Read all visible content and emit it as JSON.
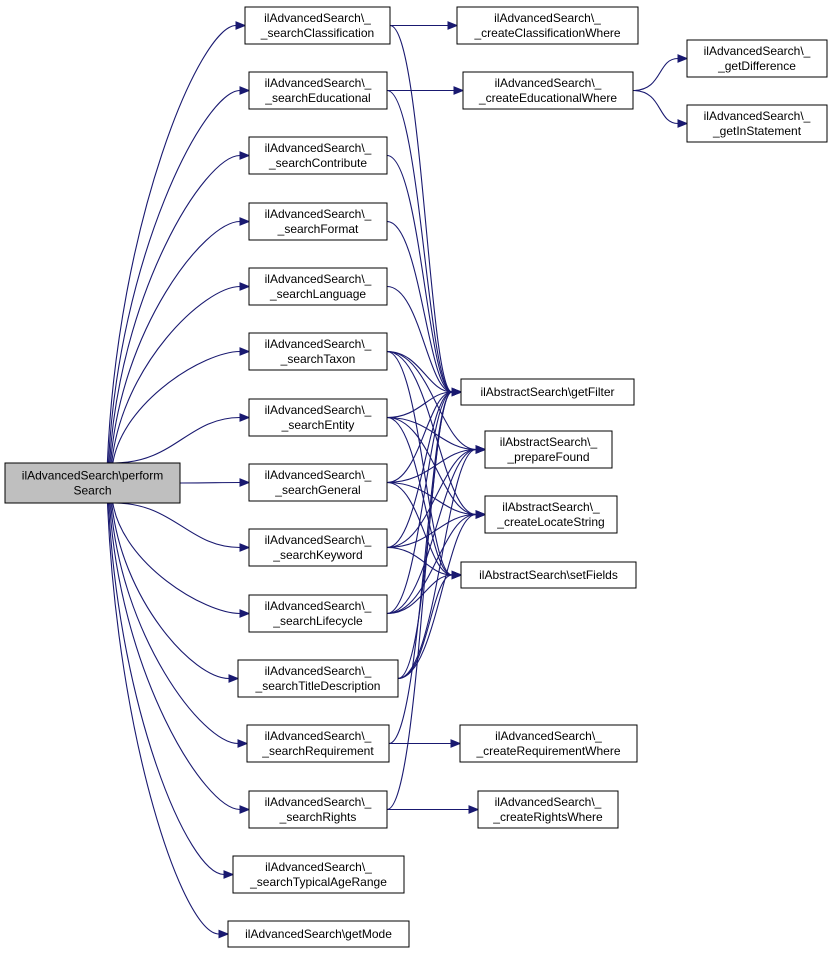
{
  "colors": {
    "edge": "#191970",
    "node_fill": "#ffffff",
    "root_fill": "#bfbfbf",
    "node_border": "#000000"
  },
  "nodes": [
    {
      "id": "root",
      "lines": [
        "ilAdvancedSearch\\perform",
        "Search"
      ],
      "highlight": true
    },
    {
      "id": "sClass",
      "lines": [
        "ilAdvancedSearch\\_",
        "_searchClassification"
      ]
    },
    {
      "id": "sEdu",
      "lines": [
        "ilAdvancedSearch\\_",
        "_searchEducational"
      ]
    },
    {
      "id": "sCon",
      "lines": [
        "ilAdvancedSearch\\_",
        "_searchContribute"
      ]
    },
    {
      "id": "sFmt",
      "lines": [
        "ilAdvancedSearch\\_",
        "_searchFormat"
      ]
    },
    {
      "id": "sLang",
      "lines": [
        "ilAdvancedSearch\\_",
        "_searchLanguage"
      ]
    },
    {
      "id": "sTax",
      "lines": [
        "ilAdvancedSearch\\_",
        "_searchTaxon"
      ]
    },
    {
      "id": "sEnt",
      "lines": [
        "ilAdvancedSearch\\_",
        "_searchEntity"
      ]
    },
    {
      "id": "sGen",
      "lines": [
        "ilAdvancedSearch\\_",
        "_searchGeneral"
      ]
    },
    {
      "id": "sKey",
      "lines": [
        "ilAdvancedSearch\\_",
        "_searchKeyword"
      ]
    },
    {
      "id": "sLife",
      "lines": [
        "ilAdvancedSearch\\_",
        "_searchLifecycle"
      ]
    },
    {
      "id": "sTD",
      "lines": [
        "ilAdvancedSearch\\_",
        "_searchTitleDescription"
      ]
    },
    {
      "id": "sReq",
      "lines": [
        "ilAdvancedSearch\\_",
        "_searchRequirement"
      ]
    },
    {
      "id": "sRig",
      "lines": [
        "ilAdvancedSearch\\_",
        "_searchRights"
      ]
    },
    {
      "id": "sAge",
      "lines": [
        "ilAdvancedSearch\\_",
        "_searchTypicalAgeRange"
      ]
    },
    {
      "id": "gMode",
      "lines": [
        "ilAdvancedSearch\\getMode"
      ]
    },
    {
      "id": "cClass",
      "lines": [
        "ilAdvancedSearch\\_",
        "_createClassificationWhere"
      ]
    },
    {
      "id": "cEdu",
      "lines": [
        "ilAdvancedSearch\\_",
        "_createEducationalWhere"
      ]
    },
    {
      "id": "gDiff",
      "lines": [
        "ilAdvancedSearch\\_",
        "_getDifference"
      ]
    },
    {
      "id": "gIn",
      "lines": [
        "ilAdvancedSearch\\_",
        "_getInStatement"
      ]
    },
    {
      "id": "gFilt",
      "lines": [
        "ilAbstractSearch\\getFilter"
      ]
    },
    {
      "id": "pFound",
      "lines": [
        "ilAbstractSearch\\_",
        "_prepareFound"
      ]
    },
    {
      "id": "cLoc",
      "lines": [
        "ilAbstractSearch\\_",
        "_createLocateString"
      ]
    },
    {
      "id": "sFld",
      "lines": [
        "ilAbstractSearch\\setFields"
      ]
    },
    {
      "id": "cReq",
      "lines": [
        "ilAdvancedSearch\\_",
        "_createRequirementWhere"
      ]
    },
    {
      "id": "cRig",
      "lines": [
        "ilAdvancedSearch\\_",
        "_createRightsWhere"
      ]
    }
  ],
  "edges": [
    [
      "root",
      "sClass"
    ],
    [
      "root",
      "sEdu"
    ],
    [
      "root",
      "sCon"
    ],
    [
      "root",
      "sFmt"
    ],
    [
      "root",
      "sLang"
    ],
    [
      "root",
      "sTax"
    ],
    [
      "root",
      "sEnt"
    ],
    [
      "root",
      "sGen"
    ],
    [
      "root",
      "sKey"
    ],
    [
      "root",
      "sLife"
    ],
    [
      "root",
      "sTD"
    ],
    [
      "root",
      "sReq"
    ],
    [
      "root",
      "sRig"
    ],
    [
      "root",
      "sAge"
    ],
    [
      "root",
      "gMode"
    ],
    [
      "sClass",
      "cClass"
    ],
    [
      "sClass",
      "gFilt"
    ],
    [
      "sEdu",
      "cEdu"
    ],
    [
      "sEdu",
      "gFilt"
    ],
    [
      "cEdu",
      "gDiff"
    ],
    [
      "cEdu",
      "gIn"
    ],
    [
      "sCon",
      "gFilt"
    ],
    [
      "sFmt",
      "gFilt"
    ],
    [
      "sLang",
      "gFilt"
    ],
    [
      "sTax",
      "gFilt"
    ],
    [
      "sTax",
      "pFound"
    ],
    [
      "sTax",
      "cLoc"
    ],
    [
      "sTax",
      "sFld"
    ],
    [
      "sEnt",
      "gFilt"
    ],
    [
      "sEnt",
      "pFound"
    ],
    [
      "sEnt",
      "cLoc"
    ],
    [
      "sEnt",
      "sFld"
    ],
    [
      "sGen",
      "gFilt"
    ],
    [
      "sGen",
      "pFound"
    ],
    [
      "sGen",
      "cLoc"
    ],
    [
      "sGen",
      "sFld"
    ],
    [
      "sKey",
      "gFilt"
    ],
    [
      "sKey",
      "pFound"
    ],
    [
      "sKey",
      "cLoc"
    ],
    [
      "sKey",
      "sFld"
    ],
    [
      "sLife",
      "gFilt"
    ],
    [
      "sLife",
      "pFound"
    ],
    [
      "sLife",
      "cLoc"
    ],
    [
      "sLife",
      "sFld"
    ],
    [
      "sTD",
      "gFilt"
    ],
    [
      "sTD",
      "pFound"
    ],
    [
      "sTD",
      "cLoc"
    ],
    [
      "sTD",
      "sFld"
    ],
    [
      "sReq",
      "cReq"
    ],
    [
      "sReq",
      "gFilt"
    ],
    [
      "sRig",
      "cRig"
    ],
    [
      "sRig",
      "gFilt"
    ]
  ]
}
